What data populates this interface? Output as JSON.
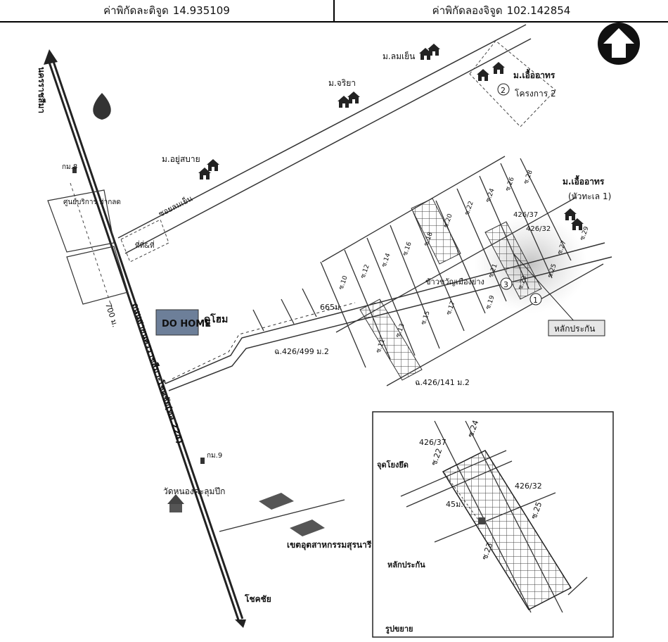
{
  "coordinates": {
    "latitude_label": "ค่าพิกัดละติจูด",
    "latitude_value": "14.935109",
    "longitude_label": "ค่าพิกัดลองจิจูด",
    "longitude_value": "102.142854"
  },
  "road_labels": {
    "main_highway": "ถนนสายนครราชสีมา-โชคชัย(ทล.224)",
    "to_north": "นครราชสีมา",
    "to_south": "โชคชัย",
    "side_road": "ซอยลมเย็น",
    "distance_700": "700 ม.",
    "distance_665": "665ม."
  },
  "places": {
    "village_lomyen": "ม.ลมเย็น",
    "village_jariya": "ม.จริยา",
    "village_yusabai": "ม.อยู่สบาย",
    "village_euaarthorn": "ม.เอื้ออาทร",
    "project_2": "โครงการ 2",
    "village_euaarthorn_2": "ม.เอื้ออาทร",
    "huatale": "(หัวทะเล 1)",
    "center_label": "ศูนย์บริการ ท่ากลด",
    "thithi": "ที่ที่&ที่",
    "km8": "กม.8",
    "km9": "กม.9",
    "temple": "วัดหนองคะลุมปึก",
    "industrial": "เขตอุตสาหกรรมสุรนารี",
    "village_area": "ข้าวขวัญเมืองย่าง",
    "dohome_brand": "DO HOME",
    "dohome_thai": "ดูโฮม"
  },
  "parcels": {
    "p426_499": "ฉ.426/499 ม.2",
    "p426_141": "ฉ.426/141 ม.2",
    "p426_37": "426/37",
    "p426_32": "426/32",
    "marker": "หลักประกัน",
    "marker_1": "1",
    "marker_2": "2",
    "marker_3": "3"
  },
  "lanes": [
    "ซ.10",
    "ซ.12",
    "ซ.14",
    "ซ.16",
    "ซ.18",
    "ซ.20",
    "ซ.22",
    "ซ.24",
    "ซ.26",
    "ซ.28",
    "ซ.13",
    "ซ.15",
    "ซ.17",
    "ซ.19",
    "ซ.21",
    "ซ.23",
    "ซ.25",
    "ซ.27",
    "ซ.29",
    "ซ.11"
  ],
  "inset": {
    "title": "รูปขยาย",
    "p426_37": "426/37",
    "p426_32": "426/32",
    "start_point": "จุดโยงยึด",
    "distance": "45ม.",
    "marker": "หลักประกัน",
    "lane_22": "ซ.22",
    "lane_24": "ซ.24",
    "lane_25": "ซ.25",
    "lane_23": "ซ.23"
  },
  "icons": {
    "north_arrow": "north-arrow-icon",
    "house": "house-icon",
    "temple": "temple-icon",
    "factory": "factory-icon",
    "logo": "bua-logo-icon"
  }
}
